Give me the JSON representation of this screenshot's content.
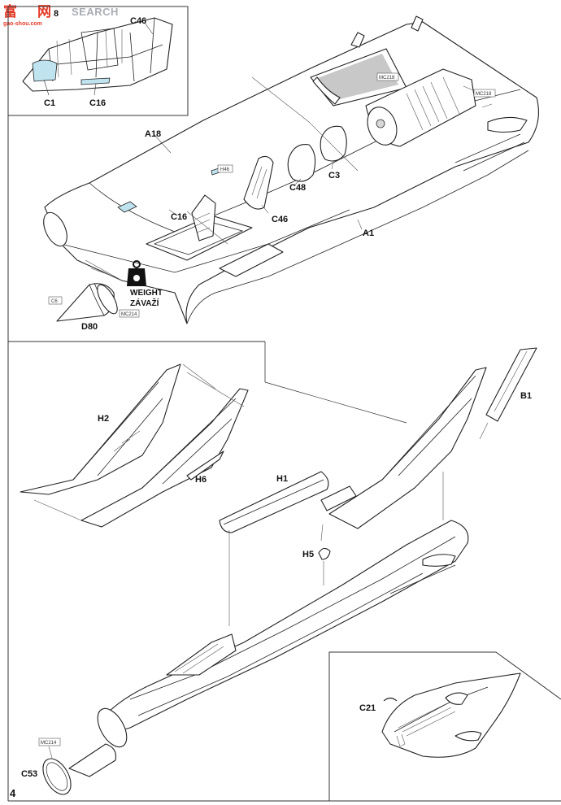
{
  "watermark": {
    "cn": "富",
    "cn2": "网",
    "brand": "SEARCH",
    "url": "gao-shou.com",
    "digit": "8"
  },
  "page_number": "4",
  "inset_top": {
    "labels": {
      "c46": "C46",
      "c1": "C1",
      "c16": "C16"
    }
  },
  "step_top": {
    "labels": {
      "a18": "A18",
      "c16": "C16",
      "c46": "C46",
      "c48": "C48",
      "c3": "C3",
      "a1": "A1",
      "d80": "D80"
    },
    "boxed": {
      "mc218_a": "MC218",
      "mc218_b": "MC218",
      "h46": "H46",
      "c6": "C6",
      "mc214": "MC214"
    },
    "weight": {
      "en": "WEIGHT",
      "cz": "ZÁVAŽÍ"
    }
  },
  "step_bottom": {
    "labels": {
      "h2": "H2",
      "h6": "H6",
      "h1": "H1",
      "h5": "H5",
      "b1": "B1",
      "c53": "C53"
    },
    "boxed": {
      "mc214": "MC214"
    }
  },
  "inset_bottom": {
    "labels": {
      "c21": "C21"
    }
  },
  "colors": {
    "paint_blue": "#bfe3ef",
    "watermark_red": "#e43c2a",
    "watermark_grey": "#a9acb3"
  }
}
